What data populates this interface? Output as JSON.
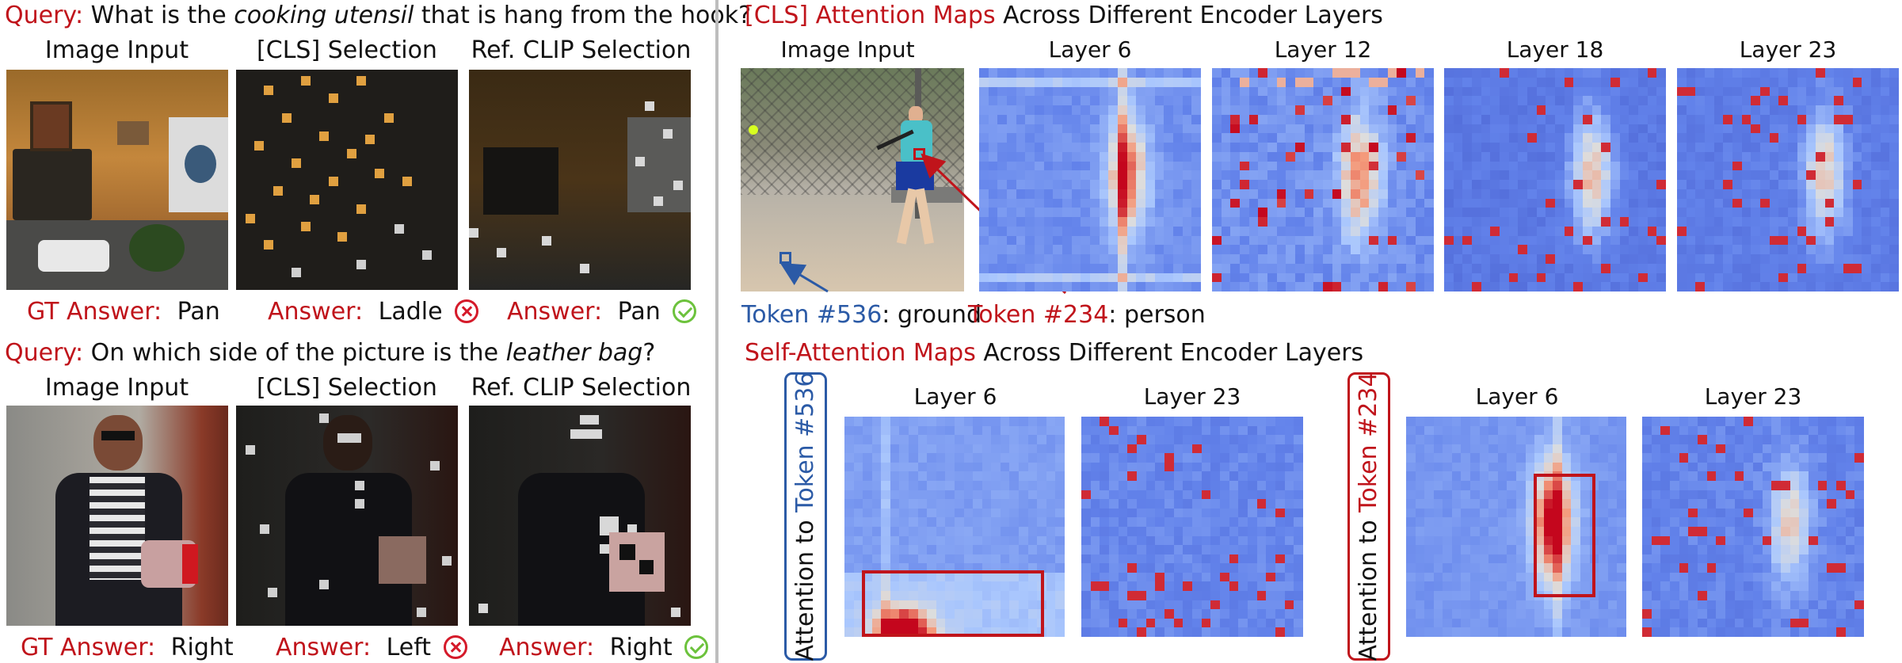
{
  "left": {
    "query1": {
      "prefix": "Query:",
      "text_before": "What is the",
      "italic": "cooking utensil",
      "text_after": "that is hang from the hook?"
    },
    "query2": {
      "prefix": "Query:",
      "text_before": "On which side of the picture is the",
      "italic": "leather bag",
      "text_after": "?"
    },
    "col_headers": [
      "Image Input",
      "[CLS] Selection",
      "Ref. CLIP Selection"
    ],
    "row1_answers": [
      {
        "label": "GT Answer:",
        "value": "Pan",
        "mark": "none"
      },
      {
        "label": "Answer:",
        "value": "Ladle",
        "mark": "wrong"
      },
      {
        "label": "Answer:",
        "value": "Pan",
        "mark": "correct"
      }
    ],
    "row2_answers": [
      {
        "label": "GT Answer:",
        "value": "Right",
        "mark": "none"
      },
      {
        "label": "Answer:",
        "value": "Left",
        "mark": "wrong"
      },
      {
        "label": "Answer:",
        "value": "Right",
        "mark": "correct"
      }
    ]
  },
  "right": {
    "top_title": {
      "red": "[CLS] Attention Maps",
      "black": "Across Different Encoder Layers"
    },
    "top_headers": [
      "Image Input",
      "Layer 6",
      "Layer 12",
      "Layer 18",
      "Layer 23"
    ],
    "token536": {
      "label": "Token #536",
      "desc": ": ground"
    },
    "token234": {
      "label": "Token #234",
      "desc": ": person"
    },
    "bottom_title": {
      "red": "Self-Attention Maps",
      "black": "Across Different Encoder Layers"
    },
    "bottom_headers": [
      "Layer 6",
      "Layer 23",
      "Layer 6",
      "Layer 23"
    ],
    "side_label_1": {
      "prefix": "Attention to ",
      "token": "Token #536"
    },
    "side_label_2": {
      "prefix": "Attention to ",
      "token": "Token #234"
    }
  },
  "colors": {
    "red": "#c0141b",
    "blue": "#2b5aa6",
    "heat_low": "#3b5bd6",
    "heat_high": "#c4061d"
  }
}
